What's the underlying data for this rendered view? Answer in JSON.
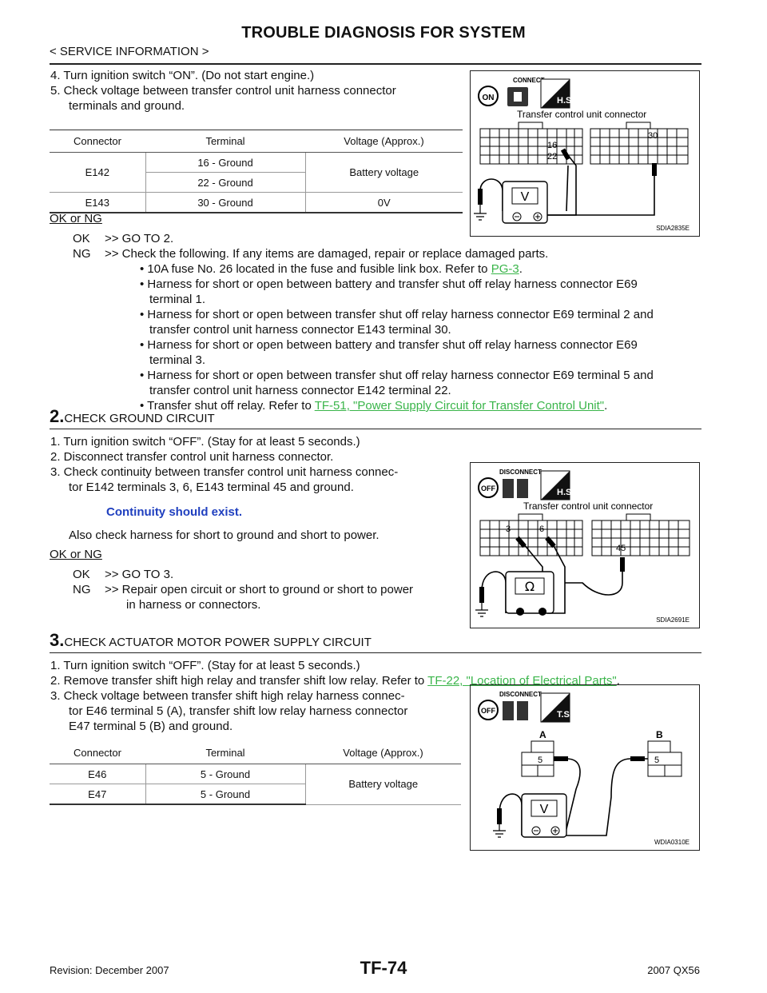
{
  "header": {
    "title": "TROUBLE DIAGNOSIS FOR SYSTEM",
    "subtitle": "< SERVICE INFORMATION >"
  },
  "step1_cont": {
    "l4": "4.  Turn ignition switch “ON”. (Do not start engine.)",
    "l5a": "5.  Check voltage between transfer control unit harness connector",
    "l5b": "terminals and ground.",
    "table": {
      "h_connector": "Connector",
      "h_terminal": "Terminal",
      "h_voltage": "Voltage (Approx.)",
      "r1_conn": "E142",
      "r1_term": "16 - Ground",
      "r1_volt": "Battery voltage",
      "r2_term": "22 - Ground",
      "r3_conn": "E143",
      "r3_term": "30 - Ground",
      "r3_volt": "0V"
    },
    "ok_or_ng": "OK or NG",
    "ok_label": "OK",
    "ok_text": ">> GO TO 2.",
    "ng_label": "NG",
    "ng_text": ">>  Check the following. If any items are damaged, repair or replace damaged parts.",
    "b1_pre": "• 10A fuse No. 26 located in the fuse and fusible link box. Refer to ",
    "b1_link": "PG-3",
    "b1_post": ".",
    "b2a": "• Harness for short or open between battery and transfer shut off relay harness connector E69",
    "b2b": "terminal 1.",
    "b3a": "• Harness for short or open between transfer shut off relay harness connector E69 terminal 2  and",
    "b3b": "transfer control unit harness connector E143 terminal 30.",
    "b4a": "• Harness for short or open between battery and transfer shut off relay harness connector E69",
    "b4b": "terminal 3.",
    "b5a": "• Harness for short or open between transfer shut off relay harness connector E69 terminal 5 and",
    "b5b": "transfer control unit harness connector E142 terminal 22.",
    "b6_pre": "• Transfer shut off relay. Refer to ",
    "b6_link": "TF-51, \"Power Supply Circuit for Transfer Control Unit\"",
    "b6_post": "."
  },
  "diagram1": {
    "connect": "CONNECT",
    "on": "ON",
    "hs": "H.S.",
    "caption": "Transfer control unit connector",
    "t16": "16",
    "t22": "22",
    "t30": "30",
    "meter": "V",
    "code": "SDIA2835E"
  },
  "step2": {
    "num": "2.",
    "heading": "CHECK GROUND CIRCUIT",
    "l1": "1.  Turn ignition switch “OFF”. (Stay for at least 5 seconds.)",
    "l2": "2.  Disconnect transfer control unit harness connector.",
    "l3a": "3.  Check continuity between transfer control unit harness connec-",
    "l3b": "tor E142 terminals 3, 6, E143 terminal 45 and ground.",
    "spec": "Continuity should exist.",
    "also": "Also check harness for short to ground and short to power.",
    "ok_or_ng": "OK or NG",
    "ok_label": "OK",
    "ok_text": ">> GO TO 3.",
    "ng_label": "NG",
    "ng_text_a": ">> Repair open circuit or short to ground or short to power",
    "ng_text_b": "in harness or connectors."
  },
  "diagram2": {
    "disconnect": "DISCONNECT",
    "off": "OFF",
    "hs": "H.S.",
    "caption": "Transfer control unit connector",
    "t3": "3",
    "t6": "6",
    "t45": "45",
    "meter": "Ω",
    "code": "SDIA2691E"
  },
  "step3": {
    "num": "3.",
    "heading": "CHECK ACTUATOR MOTOR POWER SUPPLY CIRCUIT",
    "l1": "1.  Turn ignition switch “OFF”. (Stay for at least 5 seconds.)",
    "l2_pre": "2.  Remove transfer shift high relay and transfer shift low relay. Refer to ",
    "l2_link": "TF-22, \"Location of Electrical Parts\"",
    "l2_post": ".",
    "l3a": "3.  Check voltage between transfer shift high relay harness connec-",
    "l3b": "tor E46 terminal 5 (A), transfer shift low relay harness connector",
    "l3c": "E47 terminal 5 (B) and ground.",
    "table": {
      "h_connector": "Connector",
      "h_terminal": "Terminal",
      "h_voltage": "Voltage (Approx.)",
      "r1_conn": "E46",
      "r1_term": "5 - Ground",
      "r1_volt": "Battery voltage",
      "r2_conn": "E47",
      "r2_term": "5 - Ground"
    }
  },
  "diagram3": {
    "disconnect": "DISCONNECT",
    "off": "OFF",
    "ts": "T.S.",
    "a": "A",
    "b": "B",
    "t5a": "5",
    "t5b": "5",
    "meter": "V",
    "code": "WDIA0310E"
  },
  "footer": {
    "revision": "Revision: December 2007",
    "page": "TF-74",
    "model": "2007 QX56"
  }
}
